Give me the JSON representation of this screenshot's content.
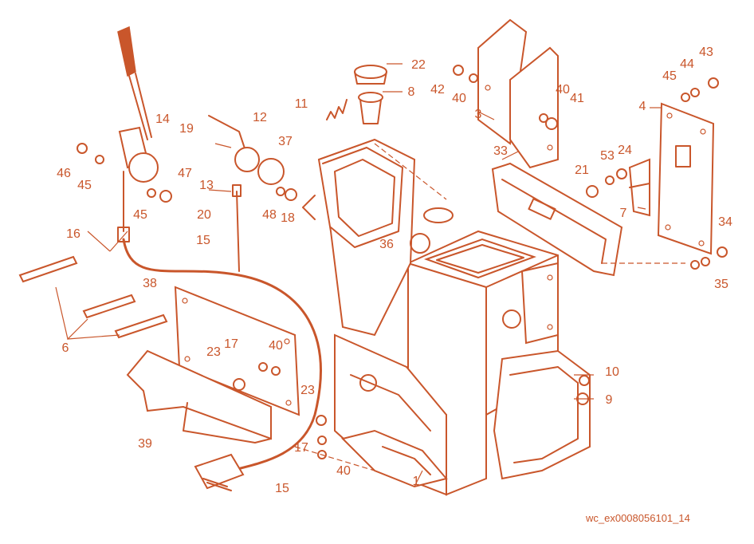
{
  "figure": {
    "caption": "wc_ex0008056101_14",
    "line_color": "#c9562b",
    "part_numbers": [
      "1",
      "3",
      "4",
      "6",
      "7",
      "8",
      "9",
      "10",
      "11",
      "12",
      "13",
      "14",
      "15",
      "15",
      "16",
      "17",
      "17",
      "18",
      "19",
      "20",
      "21",
      "22",
      "23",
      "23",
      "24",
      "33",
      "34",
      "35",
      "36",
      "37",
      "38",
      "39",
      "40",
      "40",
      "40",
      "40",
      "41",
      "42",
      "43",
      "44",
      "45",
      "45",
      "45",
      "46",
      "47",
      "48",
      "53"
    ]
  }
}
